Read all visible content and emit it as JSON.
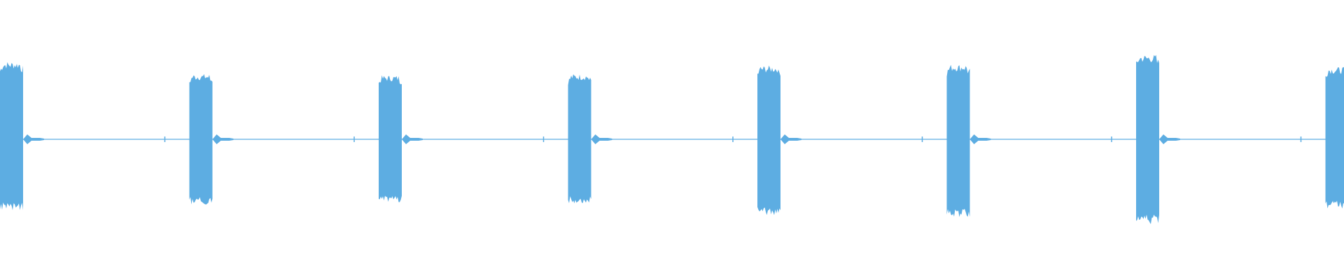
{
  "waveform": {
    "color": "#5dade2",
    "background": "#ffffff",
    "burst_count": 8,
    "bursts": [
      {
        "index": 0,
        "amplitude_top": 0.56,
        "amplitude_bottom": 0.51
      },
      {
        "index": 1,
        "amplitude_top": 0.47,
        "amplitude_bottom": 0.47
      },
      {
        "index": 2,
        "amplitude_top": 0.46,
        "amplitude_bottom": 0.46
      },
      {
        "index": 3,
        "amplitude_top": 0.47,
        "amplitude_bottom": 0.46
      },
      {
        "index": 4,
        "amplitude_top": 0.53,
        "amplitude_bottom": 0.55
      },
      {
        "index": 5,
        "amplitude_top": 0.54,
        "amplitude_bottom": 0.56
      },
      {
        "index": 6,
        "amplitude_top": 0.61,
        "amplitude_bottom": 0.61
      },
      {
        "index": 7,
        "amplitude_top": 0.52,
        "amplitude_bottom": 0.5
      }
    ]
  }
}
